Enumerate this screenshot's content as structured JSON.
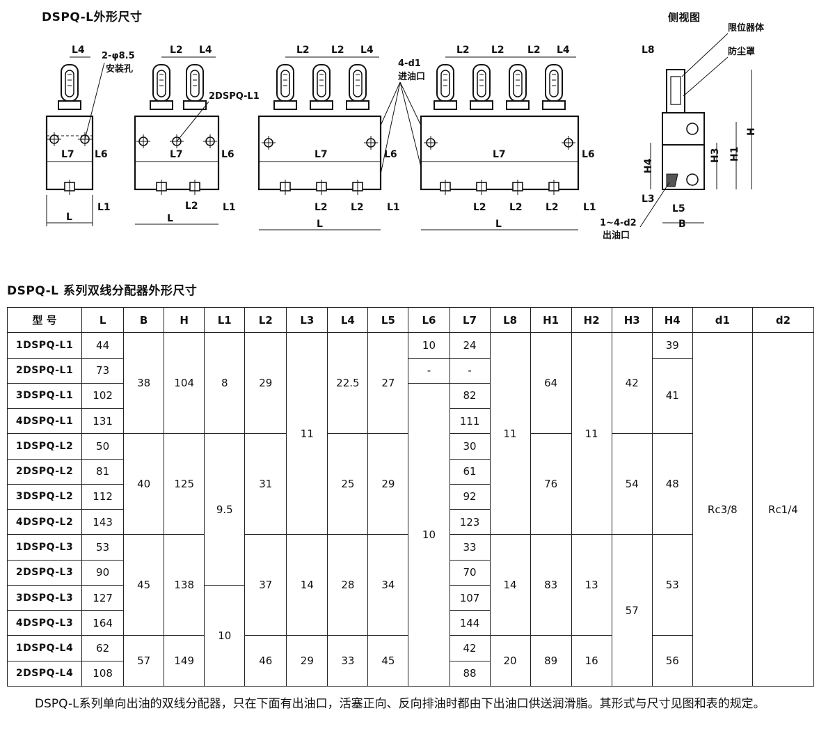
{
  "drawing": {
    "title": "DSPQ-L外形尺寸",
    "side_view_title": "侧视图",
    "labels": {
      "limiter": "限位器体",
      "dust_cover": "防尘罩",
      "mount_holes_count": "2-φ8.5",
      "mount_holes_text": "安装孔",
      "inlet_count": "4-d1",
      "inlet_text": "进油口",
      "outlet_count": "1~4-d2",
      "outlet_text": "出油口",
      "callout_model": "2DSPQ-L1"
    },
    "dims": {
      "L": "L",
      "L1": "L1",
      "L2": "L2",
      "L3": "L3",
      "L4": "L4",
      "L5": "L5",
      "L6": "L6",
      "L7": "L7",
      "L8": "L8",
      "H": "H",
      "H1": "H1",
      "H3": "H3",
      "H4": "H4",
      "B": "B"
    }
  },
  "table": {
    "title": "DSPQ-L 系列双线分配器外形尺寸",
    "headers": [
      "型 号",
      "L",
      "B",
      "H",
      "L1",
      "L2",
      "L3",
      "L4",
      "L5",
      "L6",
      "L7",
      "L8",
      "H1",
      "H2",
      "H3",
      "H4",
      "d1",
      "d2"
    ],
    "models": [
      "1DSPQ-L1",
      "2DSPQ-L1",
      "3DSPQ-L1",
      "4DSPQ-L1",
      "1DSPQ-L2",
      "2DSPQ-L2",
      "3DSPQ-L2",
      "4DSPQ-L2",
      "1DSPQ-L3",
      "2DSPQ-L3",
      "3DSPQ-L3",
      "4DSPQ-L3",
      "1DSPQ-L4",
      "2DSPQ-L4"
    ],
    "L": [
      "44",
      "73",
      "102",
      "131",
      "50",
      "81",
      "112",
      "143",
      "53",
      "90",
      "127",
      "164",
      "62",
      "108"
    ],
    "B": [
      "38",
      "40",
      "45",
      "57"
    ],
    "H": [
      "104",
      "125",
      "138",
      "149"
    ],
    "L1": [
      "8",
      "9.5",
      "10"
    ],
    "L2": [
      "29",
      "31",
      "37",
      "46"
    ],
    "L3": [
      "11",
      "14",
      "29"
    ],
    "L4": [
      "22.5",
      "25",
      "28",
      "33"
    ],
    "L5": [
      "27",
      "29",
      "34",
      "45"
    ],
    "L6": [
      "10",
      "-",
      "10"
    ],
    "L7": [
      "24",
      "-",
      "82",
      "111",
      "30",
      "61",
      "92",
      "123",
      "33",
      "70",
      "107",
      "144",
      "42",
      "88"
    ],
    "L8": [
      "11",
      "14",
      "20"
    ],
    "H1": [
      "64",
      "76",
      "83",
      "89"
    ],
    "H2": [
      "11",
      "13",
      "16"
    ],
    "H3": [
      "42",
      "54",
      "57"
    ],
    "H4": [
      "39",
      "41",
      "48",
      "53",
      "56"
    ],
    "d1": "Rc3/8",
    "d2": "Rc1/4"
  },
  "note": "DSPQ-L系列单向出油的双线分配器，只在下面有出油口，活塞正向、反向排油时都由下出油口供送润滑脂。其形式与尺寸见图和表的规定。"
}
